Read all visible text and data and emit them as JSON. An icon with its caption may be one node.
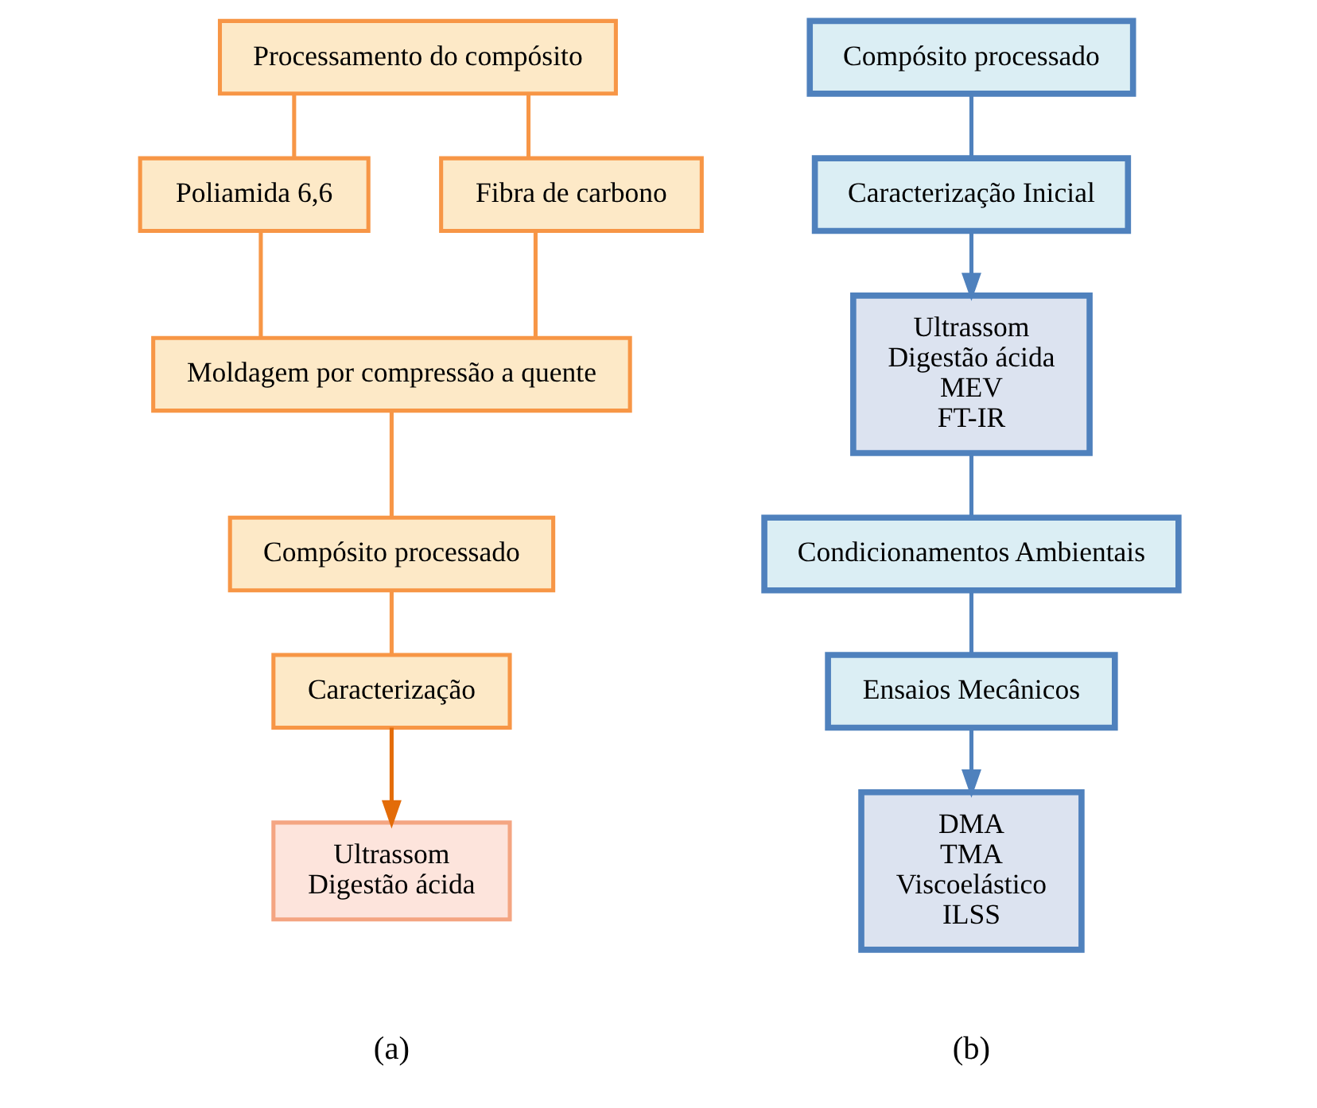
{
  "diagram": {
    "nodes": [
      {
        "text": [
          "Processamento do compósito"
        ]
      },
      {
        "text": [
          "Poliamida 6,6"
        ]
      },
      {
        "text": [
          "Fibra de carbono"
        ]
      },
      {
        "text": [
          "Moldagem por compressão a quente"
        ]
      },
      {
        "text": [
          "Compósito processado"
        ]
      },
      {
        "text": [
          "Caracterização"
        ]
      },
      {
        "text": [
          "Ultrassom",
          "Digestão ácida"
        ]
      },
      {
        "text": [
          "Compósito processado"
        ]
      },
      {
        "text": [
          "Caracterização Inicial"
        ]
      },
      {
        "text": [
          "Ultrassom",
          "Digestão ácida",
          "MEV",
          "FT-IR"
        ]
      },
      {
        "text": [
          "Condicionamentos Ambientais"
        ]
      },
      {
        "text": [
          "Ensaios Mecânicos"
        ]
      },
      {
        "text": [
          "DMA",
          "TMA",
          "Viscoelástico",
          "ILSS"
        ]
      }
    ],
    "edges": [
      {
        "from": 0,
        "to": 1,
        "arrow": "none",
        "color": "#f79646"
      },
      {
        "from": 0,
        "to": 2,
        "arrow": "none",
        "color": "#f79646"
      },
      {
        "from": 1,
        "to": 3,
        "arrow": "none",
        "color": "#f79646"
      },
      {
        "from": 2,
        "to": 3,
        "arrow": "none",
        "color": "#f79646"
      },
      {
        "from": 3,
        "to": 4,
        "arrow": "none",
        "color": "#f79646"
      },
      {
        "from": 4,
        "to": 5,
        "arrow": "none",
        "color": "#f79646"
      },
      {
        "from": 5,
        "to": 6,
        "arrow": "to",
        "color": "#e36c09"
      },
      {
        "from": 7,
        "to": 8,
        "arrow": "none",
        "color": "#4f81bd"
      },
      {
        "from": 8,
        "to": 9,
        "arrow": "to",
        "color": "#4f81bd"
      },
      {
        "from": 9,
        "to": 10,
        "arrow": "none",
        "color": "#4f81bd"
      },
      {
        "from": 10,
        "to": 11,
        "arrow": "none",
        "color": "#4f81bd"
      },
      {
        "from": 11,
        "to": 12,
        "arrow": "to",
        "color": "#4f81bd"
      }
    ],
    "labels": [
      "(a)",
      "(b)"
    ]
  }
}
